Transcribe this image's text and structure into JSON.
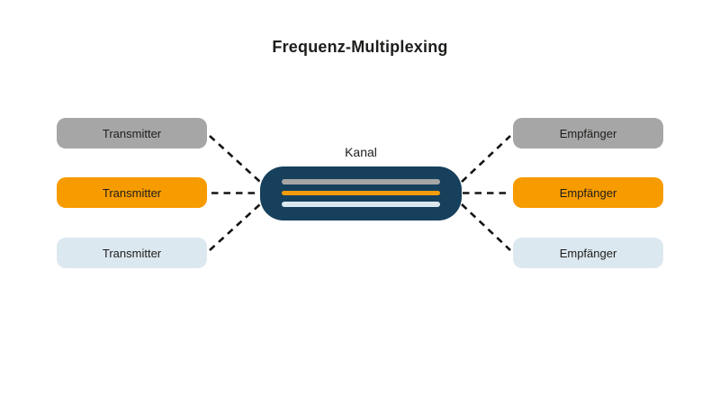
{
  "title": "Frequenz-Multiplexing",
  "channel": {
    "label": "Kanal"
  },
  "transmitters": [
    {
      "label": "Transmitter",
      "color": "#a6a6a6"
    },
    {
      "label": "Transmitter",
      "color": "#f69b00"
    },
    {
      "label": "Transmitter",
      "color": "#dce8ef"
    }
  ],
  "receivers": [
    {
      "label": "Empfänger",
      "color": "#a6a6a6"
    },
    {
      "label": "Empfänger",
      "color": "#f69b00"
    },
    {
      "label": "Empfänger",
      "color": "#dce8ef"
    }
  ],
  "streams": [
    {
      "name": "stream-gray",
      "color": "#a6a6a6"
    },
    {
      "name": "stream-orange",
      "color": "#f09c0c"
    },
    {
      "name": "stream-light",
      "color": "#dce8ef"
    }
  ],
  "colors": {
    "background": "#ffffff",
    "text": "#1d1d1b",
    "channel": "#16405c",
    "connector": "#141414"
  }
}
